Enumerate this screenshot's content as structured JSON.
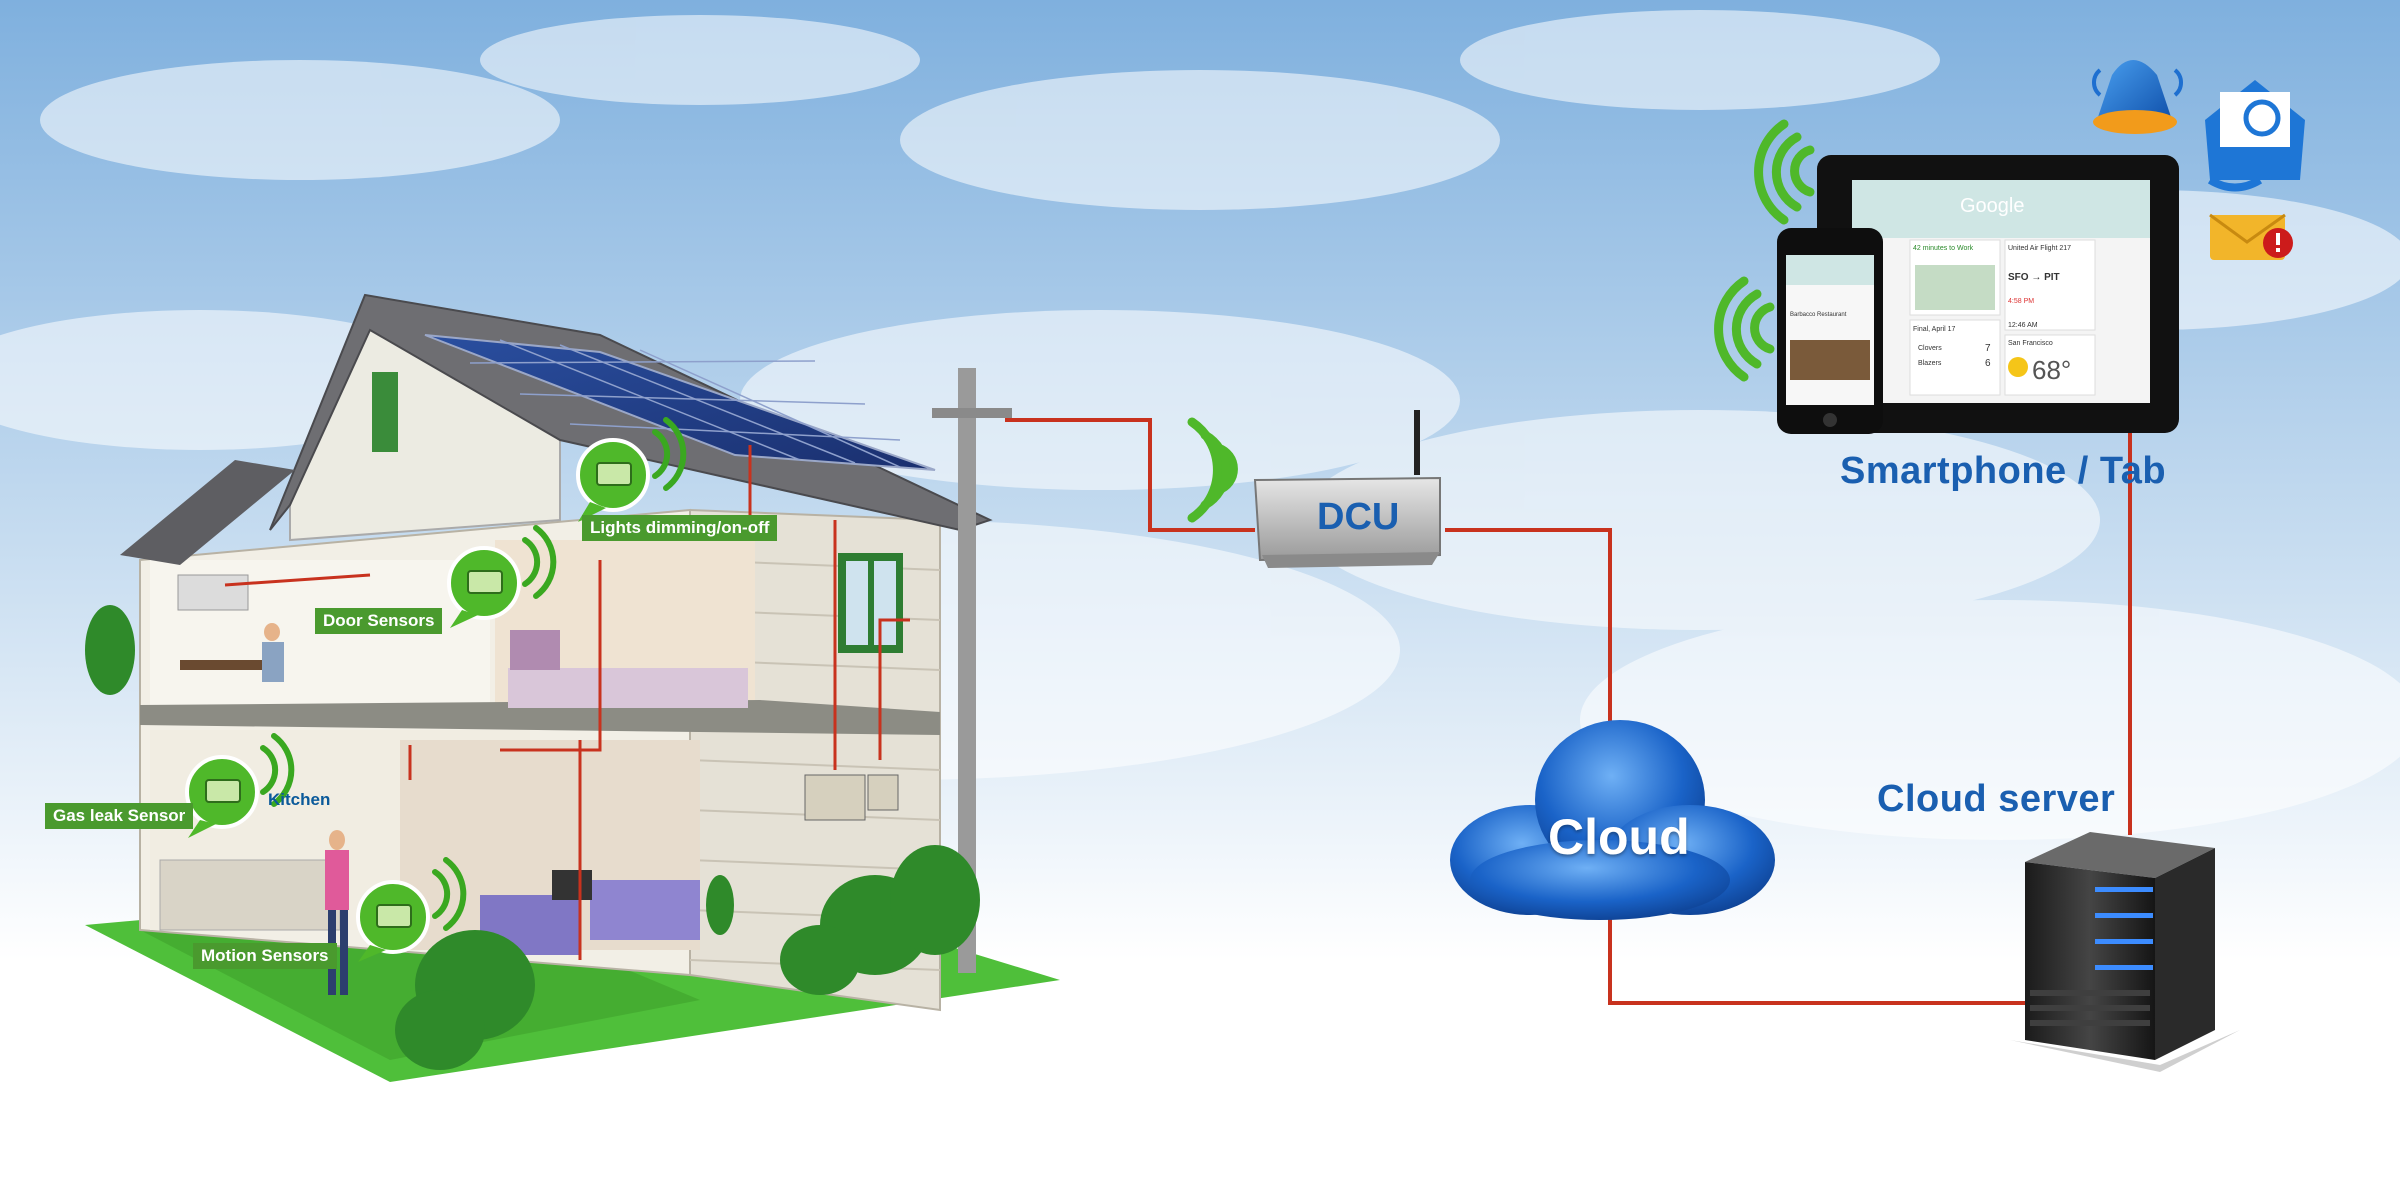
{
  "colors": {
    "sky_top": "#7fb0de",
    "sky_bottom": "#ffffff",
    "wire": "#c8321e",
    "wifi": "#4fb82a",
    "cloud_blue": "#1a63c8",
    "label_blue": "#1a5fb0",
    "tag_green": "#4a9a2e"
  },
  "house": {
    "labels": {
      "lights": "Lights dimming/on-off",
      "door": "Door Sensors",
      "kitchen": "Kitchen",
      "gas": "Gas leak Sensor",
      "motion": "Motion Sensors"
    }
  },
  "dcu": {
    "label": "DCU"
  },
  "cloud": {
    "label": "Cloud"
  },
  "server": {
    "label": "Cloud server"
  },
  "devices": {
    "label": "Smartphone / Tab",
    "tablet_screen": {
      "search": "Google",
      "commute": "42 minutes to Work",
      "restaurant": "Barbacco Restaurant",
      "flight": "United Air Flight 217",
      "route": "SFO → PIT",
      "depart": "4:58 PM",
      "arrive": "12:46 AM",
      "final_title": "Final, April 17",
      "team1": "Clovers",
      "score1": "7",
      "team2": "Blazers",
      "score2": "6",
      "city": "San Francisco",
      "temp": "68°"
    }
  },
  "icons": [
    "wifi-icon",
    "bell-icon",
    "email-at-icon",
    "mail-alert-icon"
  ]
}
